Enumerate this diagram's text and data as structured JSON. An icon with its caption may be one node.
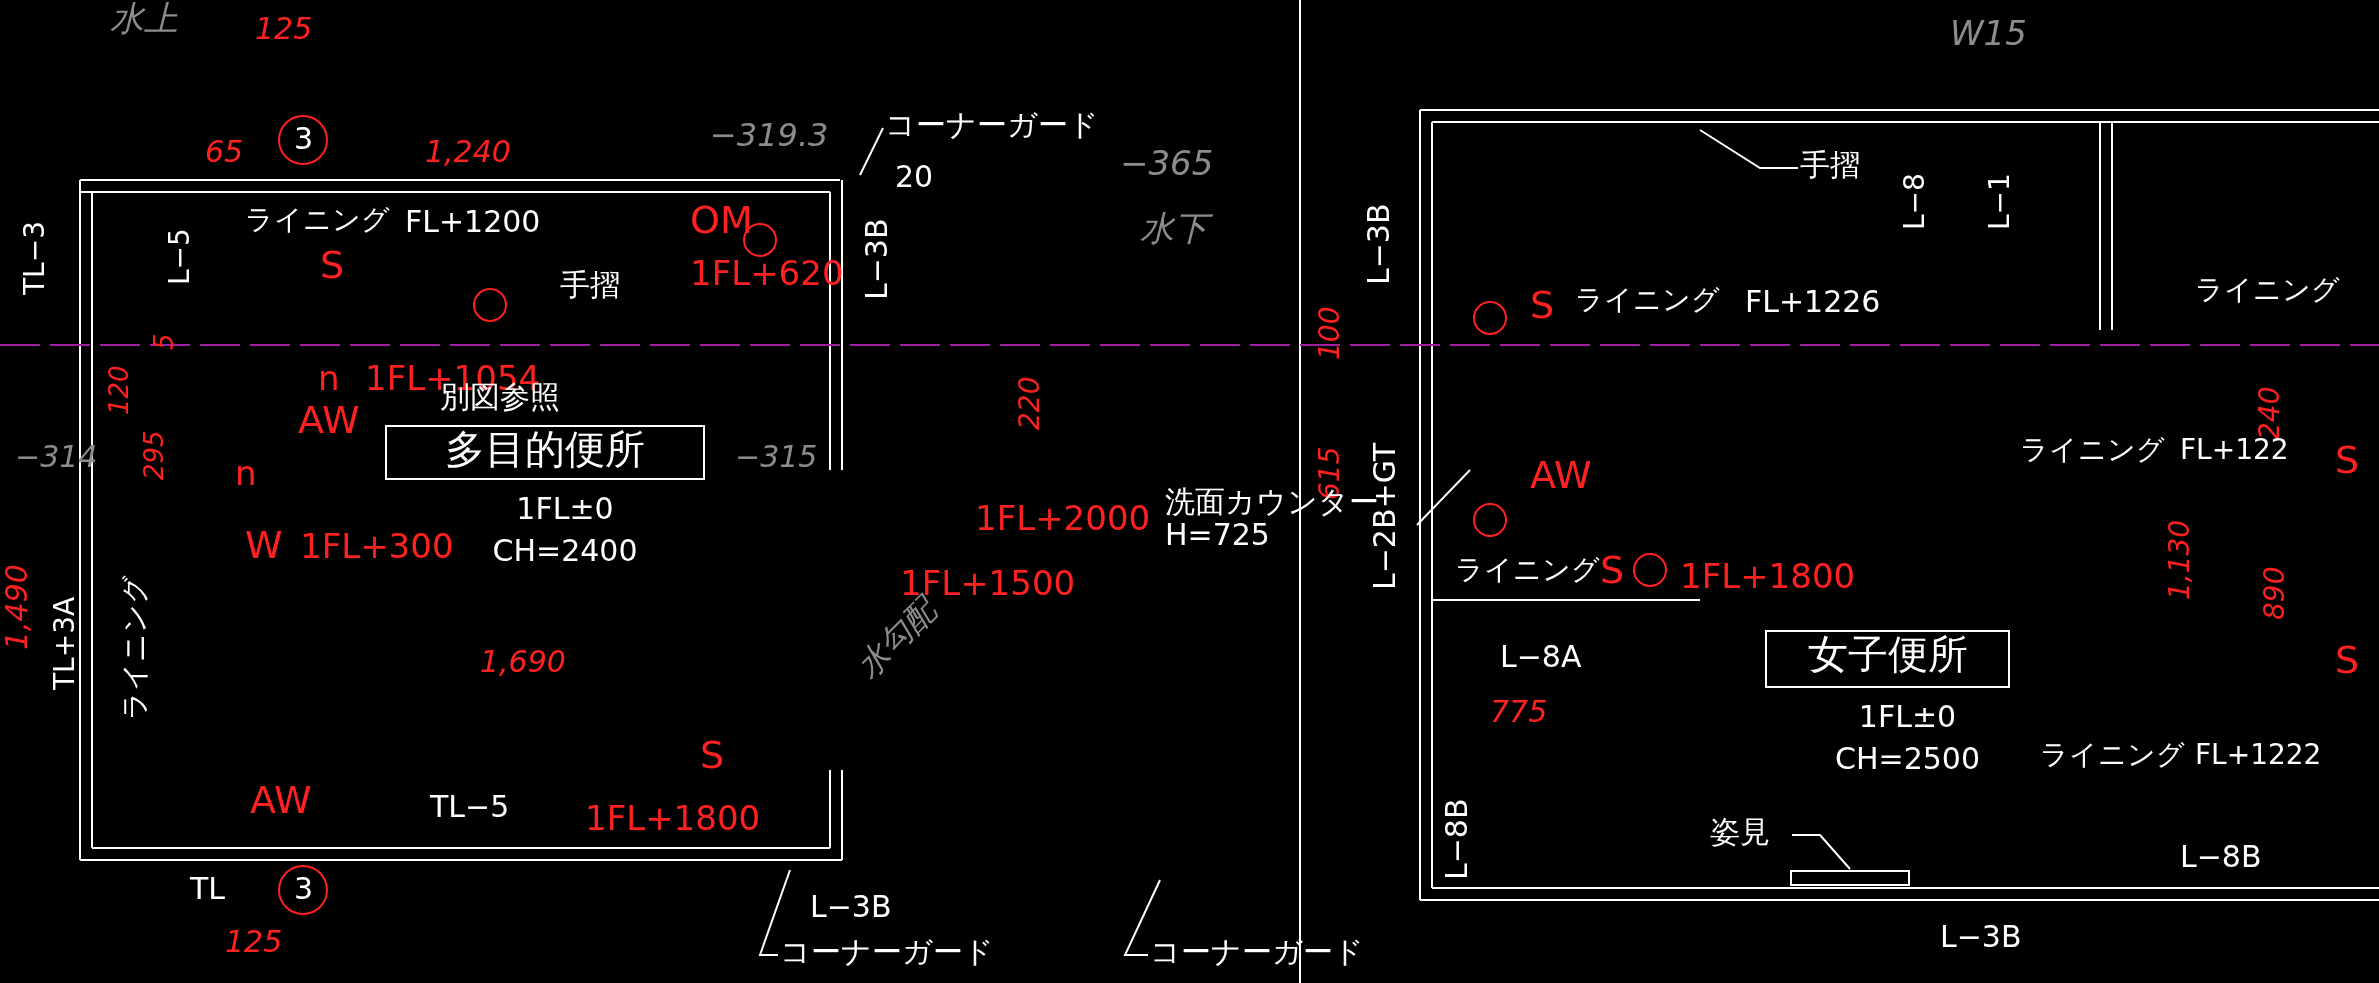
{
  "diagram": {
    "nodes": [
      {
        "text": [
          "多目的便所"
        ],
        "beside": [
          "1FL±0",
          "CH=2400"
        ]
      },
      {
        "text": [
          "女子便所"
        ],
        "beside": [
          "1FL±0",
          "CH=2500"
        ]
      },
      {
        "text": [
          "手摺"
        ]
      },
      {
        "text": [
          "洗面カウンター",
          "H=725"
        ]
      },
      {
        "text": [
          "姿見"
        ]
      },
      {
        "text": [],
        "shape": "bar"
      },
      {
        "text": [
          "コーナーガード"
        ]
      },
      {
        "text": [
          "コーナーガード"
        ]
      },
      {
        "text": [
          "コーナーガード"
        ]
      }
    ],
    "edges": [
      {
        "from": 2,
        "to": null,
        "arrow": "none"
      },
      {
        "from": 3,
        "to": null,
        "arrow": "none"
      },
      {
        "from": 4,
        "to": 5,
        "arrow": "none"
      },
      {
        "from": 6,
        "to": null,
        "arrow": "none"
      },
      {
        "from": 7,
        "to": null,
        "arrow": "none"
      },
      {
        "from": 8,
        "to": null,
        "arrow": "none"
      }
    ],
    "labels": [
      "水上",
      "125",
      "65",
      "3",
      "1,240",
      "ライニング",
      "FL+1200",
      "OM",
      "S",
      "手摺",
      "1FL+620",
      "L−5",
      "TL−3",
      "5",
      "120",
      "295",
      "n",
      "1FL+1054",
      "AW",
      "別図参照",
      "−314",
      "−315",
      "n",
      "W",
      "1FL+300",
      "1,490",
      "TL+3A",
      "ライニング",
      "1,690",
      "S",
      "AW",
      "TL−5",
      "1FL+1800",
      "TL",
      "3",
      "125",
      "L−3B",
      "−319.3",
      "20",
      "L−3B",
      "−365",
      "水下",
      "220",
      "水勾配",
      "1FL+2000",
      "1FL+1500",
      "W15",
      "L−8",
      "L−1",
      "S",
      "ライニング",
      "FL+1226",
      "100",
      "615",
      "L−3B",
      "ライニング",
      "AW",
      "240",
      "1,130",
      "890",
      "ライニング",
      "FL+122",
      "S",
      "L−2B+GT",
      "ライニング",
      "S",
      "1FL+1800",
      "L−8A",
      "775",
      "S",
      "ライニング",
      "FL+1222",
      "L−8B",
      "L−8B",
      "L−3B"
    ]
  }
}
